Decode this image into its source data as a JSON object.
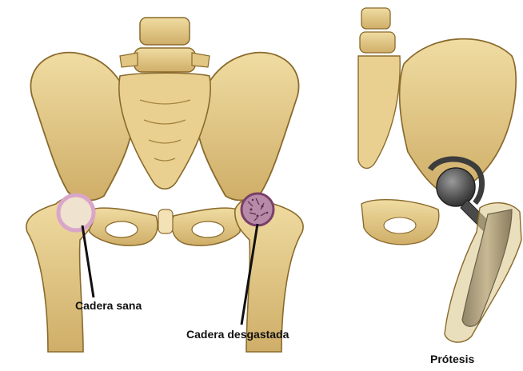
{
  "labels": {
    "healthy_hip": "Cadera sana",
    "worn_hip": "Cadera desgastada",
    "prosthesis": "Prótesis"
  },
  "colors": {
    "bone_fill": "#e8cf8f",
    "bone_shade": "#c9a860",
    "bone_outline": "#8a6a2c",
    "cartilage": "#d9a6c9",
    "worn_joint": "#7a3f6a",
    "metal_dark": "#3c3c3c",
    "metal_mid": "#7d7d7d",
    "stem_fill": "#b8a888",
    "leader_line": "#111111"
  }
}
